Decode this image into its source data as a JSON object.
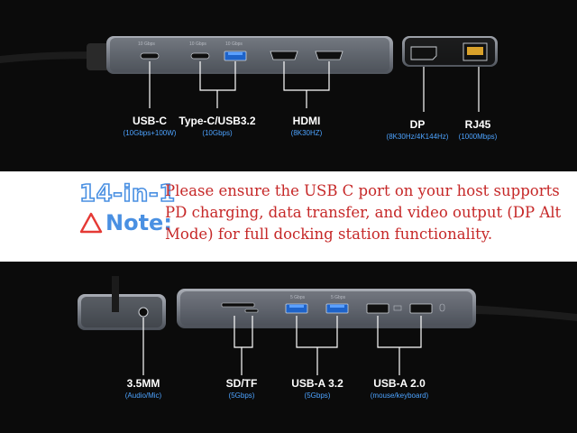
{
  "top_ports": [
    {
      "label": "USB-C",
      "spec": "(10Gbps+100W)"
    },
    {
      "label": "Type-C/USB3.2",
      "spec": "(10Gbps)"
    },
    {
      "label": "HDMI",
      "spec": "(8K30HZ)"
    },
    {
      "label": "DP",
      "spec": "(8K30Hz/4K144Hz)"
    },
    {
      "label": "RJ45",
      "spec": "(1000Mbps)"
    }
  ],
  "top_tiny": [
    "10 Gbps",
    "10 Gbps",
    "10 Gbps"
  ],
  "note": {
    "badge": "14-in-1",
    "label": "Note:",
    "text": "Please ensure the USB C port on your host supports PD charging, data transfer, and video output (DP Alt Mode) for full docking station functionality."
  },
  "bottom_ports": [
    {
      "label": "3.5MM",
      "spec": "(Audio/Mic)"
    },
    {
      "label": "SD/TF",
      "spec": "(5Gbps)"
    },
    {
      "label": "USB-A 3.2",
      "spec": "(5Gbps)"
    },
    {
      "label": "USB-A 2.0",
      "spec": "(mouse/keyboard)"
    }
  ],
  "bottom_tiny": [
    "5 Gbps",
    "5 Gbps"
  ],
  "colors": {
    "accent_blue": "#4da3ff",
    "note_red": "#c62828",
    "panel": "#0b0b0b"
  }
}
